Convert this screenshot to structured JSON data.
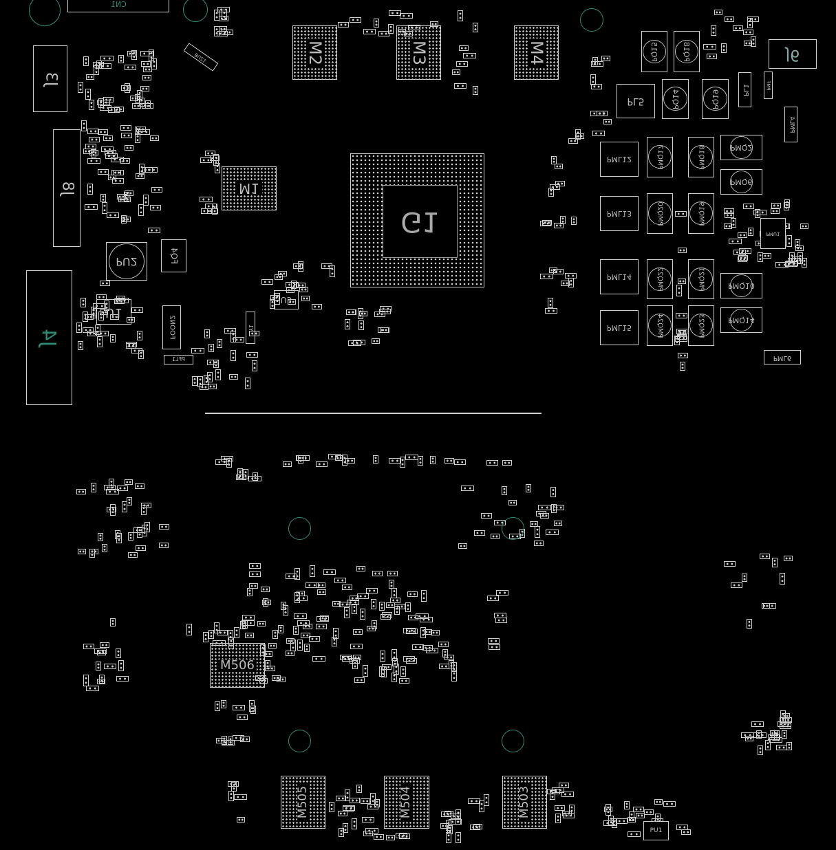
{
  "board": {
    "title": "PCB boardview (bottom side)",
    "colors": {
      "outline": "#cfcfcf",
      "label": "#bdbdbd",
      "hole": "#2e8c78",
      "background": "#000000"
    }
  },
  "components": {
    "cn1": "CN1",
    "j3": "J3",
    "j8": "J8",
    "j4": "J4",
    "pu2": "PU2",
    "fq4": "FQ4",
    "u1": "U1",
    "foon2": "FOON2",
    "pfl1": "PFL1",
    "buz1": "BUZ1",
    "m1": "M1",
    "u5": "U5",
    "y1": "Y1",
    "m2": "M2",
    "m3": "M3",
    "m4": "M4",
    "g1": "G1",
    "pq15": "PQ15",
    "pq18": "PQ18",
    "j6": "J6",
    "pl5": "PL5",
    "pq14": "PQ14",
    "pq19": "PQ19",
    "pl1": "PL1",
    "pmf": "PMF",
    "pml4": "PML4",
    "pml12": "PML12",
    "pmq17": "PMQ17",
    "pmq18": "PMQ18",
    "pmq2": "PMQ2",
    "pmq6": "PMQ6",
    "pml13": "PML13",
    "pmq20": "PMQ20",
    "pmq19": "PMQ19",
    "pmu1": "PMU1",
    "pml14": "PML14",
    "pmq22": "PMQ22",
    "pmq21": "PMQ21",
    "pmq10": "PMQ10",
    "pml15": "PML15",
    "pmq24": "PMQ24",
    "pmq23": "PMQ23",
    "pmq14": "PMQ14",
    "pml6": "PML6",
    "m506": "M506",
    "m505": "M505",
    "m504": "M504",
    "m503": "M503",
    "pu1": "PU1"
  }
}
